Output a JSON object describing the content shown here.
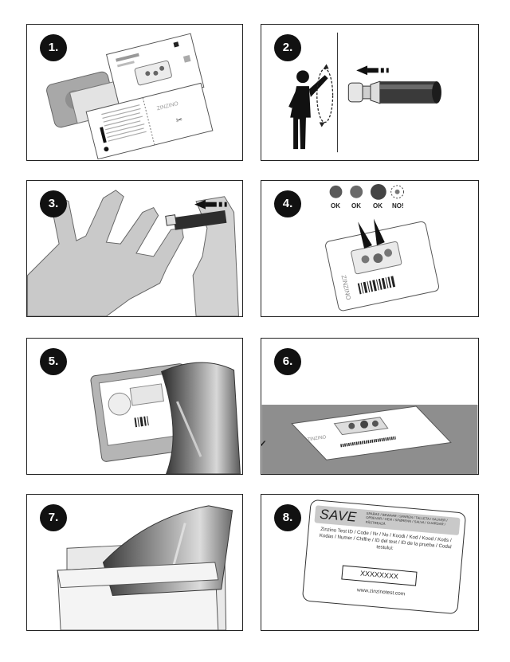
{
  "steps": [
    {
      "number": "1.",
      "caption_icons": [
        "test-card",
        "sleeve",
        "instruction-leaflet",
        "warning-icon"
      ]
    },
    {
      "number": "2.",
      "caption_icons": [
        "person-arm-swing",
        "lancet-pen"
      ]
    },
    {
      "number": "3.",
      "caption_icons": [
        "hand",
        "finger-prick-lancet"
      ]
    },
    {
      "number": "4.",
      "ok_labels": [
        "OK",
        "OK",
        "OK",
        "NO!"
      ]
    },
    {
      "number": "5.",
      "caption_icons": [
        "card-in-sleeve",
        "foil-bag"
      ]
    },
    {
      "number": "6.",
      "caption_icons": [
        "drying-card-on-table"
      ]
    },
    {
      "number": "7.",
      "caption_icons": [
        "envelope",
        "foil-bag"
      ]
    },
    {
      "number": "8.",
      "card": {
        "save_word": "SAVE",
        "save_languages": "SPARAS / BEWAAR / SPAREN / TALLETA / SAUVER / OPBEVAR / GEM / SPØRENN / SALVA / GUARDAR / PĂSTREAZĂ",
        "id_text": "Zinzino Test ID / Code / Nr / No / Koodi / Kod / Kood / Kods / Kodas / Numer / Chiffre / ID del test / ID de la prueba / Codul testului:",
        "code_value": "XXXXXXXX",
        "url": "www.zinzinotest.com"
      }
    }
  ],
  "colors": {
    "badge": "#111111",
    "stroke": "#222222",
    "grey": "#9a9a9a",
    "light_grey": "#d6d6d6"
  }
}
